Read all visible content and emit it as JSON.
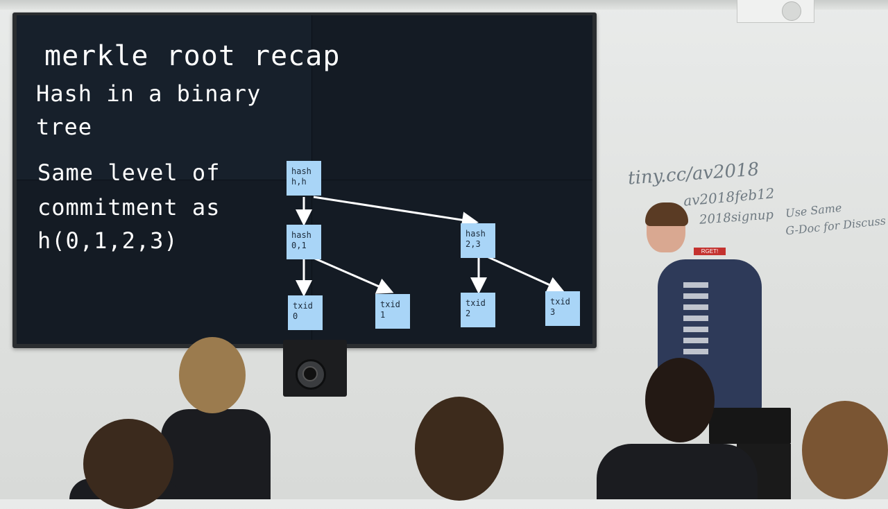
{
  "slide": {
    "title": "merkle root recap",
    "lines": [
      "Hash in a binary",
      "tree",
      "Same level of",
      "commitment as",
      "h(0,1,2,3)"
    ],
    "nodes": [
      {
        "id": "root",
        "label": "hash\nh,h"
      },
      {
        "id": "h01",
        "label": "hash\n0,1"
      },
      {
        "id": "h23",
        "label": "hash\n2,3"
      },
      {
        "id": "t0",
        "label": "txid\n0"
      },
      {
        "id": "t1",
        "label": "txid\n1"
      },
      {
        "id": "t2",
        "label": "txid\n2"
      },
      {
        "id": "t3",
        "label": "txid\n3"
      }
    ]
  },
  "whiteboard": {
    "line1": "tiny.cc/av2018",
    "line2": "av2018feb12",
    "line3": "2018signup",
    "note1": "Use Same",
    "note2": "G-Doc for Discuss",
    "badge": "RGET!"
  },
  "colors": {
    "slide_bg": "#141b24",
    "node_fill": "#a9d5f7",
    "text": "#ffffff"
  }
}
